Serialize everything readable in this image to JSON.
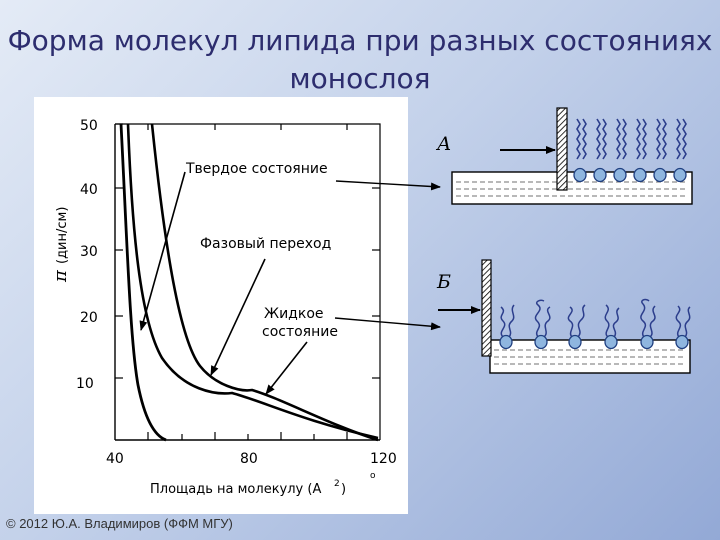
{
  "title": {
    "line1": "Форма молекул липида при разных состояниях",
    "line2": "монослоя"
  },
  "graph": {
    "y_axis_symbol": "π",
    "y_axis_unit": "(дин/см)",
    "y_ticks": [
      "50",
      "40",
      "30",
      "20",
      "10"
    ],
    "x_ticks": [
      "40",
      "80",
      "120"
    ],
    "x_axis_label": "Площадь на молекулу (А",
    "x_axis_superscript": "2",
    "x_axis_close": ")",
    "angstrom_ring": "о",
    "annotations": {
      "solid": "Твердое состояние",
      "transition": "Фазовый переход",
      "liquid_line1": "Жидкое",
      "liquid_line2": "состояние"
    }
  },
  "schematic": {
    "label_a": "А",
    "label_b": "Б"
  },
  "footer": {
    "copyright": "© 2012 Ю.А. Владимиров (ФФМ МГУ)"
  }
}
